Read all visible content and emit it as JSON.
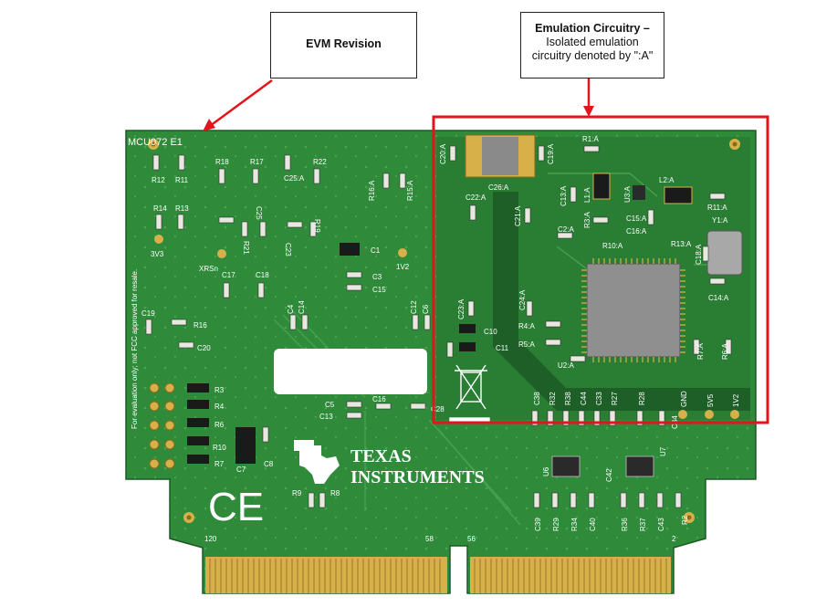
{
  "callouts": {
    "evm_revision": {
      "title": "EVM Revision"
    },
    "emulation": {
      "title": "Emulation Circuitry –",
      "line1": "Isolated emulation",
      "line2": "circuitry denoted by \":A\""
    }
  },
  "board": {
    "revision_label": "MCU072  E1",
    "fcc_notice": "For evaluation only; not FCC approved for resale.",
    "logo_line1": "TEXAS",
    "logo_line2": "INSTRUMENTS",
    "ce_mark": "CE",
    "pin_labels": {
      "pin120": "120",
      "pin58": "58",
      "pin56": "56",
      "pin2": "2"
    },
    "power_labels": {
      "gnd": "GND",
      "v5": "5V5",
      "v12": "1V2"
    },
    "test_points": {
      "tp_3v3": "3V3",
      "tp_xrsn": "XRSn",
      "tp_1v2": "1V2"
    },
    "components_left": {
      "r12": "R12",
      "r11": "R11",
      "r18": "R18",
      "r17": "R17",
      "c25a": "C25:A",
      "r22": "R22",
      "r14": "R14",
      "r13": "R13",
      "c25": "C25",
      "r21": "R21",
      "c23": "C23",
      "r19": "R19",
      "c1": "C1",
      "c17": "C17",
      "c18": "C18",
      "c3": "C3",
      "c15": "C15",
      "r16a": "R16:A",
      "r15a": "R15:A",
      "c19": "C19",
      "r16": "R16",
      "c20": "C20",
      "c4": "C4",
      "c14": "C14",
      "c12": "C12",
      "c6": "C6",
      "c10": "C10",
      "c11": "C11",
      "r3": "R3",
      "r4": "R4",
      "r6": "R6",
      "r10": "R10",
      "r7": "R7",
      "c7": "C7",
      "c8": "C8",
      "c5": "C5",
      "c13": "C13",
      "c16": "C16",
      "c28": "C28",
      "r9": "R9",
      "r8": "R8"
    },
    "components_emu": {
      "c20a": "C20:A",
      "c26a": "C26:A",
      "c19a": "C19:A",
      "r1a": "R1:A",
      "c22a": "C22:A",
      "c21a": "C21:A",
      "c13a": "C13:A",
      "l1a": "L1:A",
      "u3a": "U3:A",
      "l2a": "L2:A",
      "r11a": "R11:A",
      "c2a": "C2:A",
      "r3a": "R3:A",
      "c15a": "C15:A",
      "c16a": "C16:A",
      "r10a": "R10:A",
      "r13a": "R13:A",
      "y1a": "Y1:A",
      "c18a": "C18:A",
      "c14a": "C14:A",
      "c23a": "C23:A",
      "c24a": "C24:A",
      "r4a": "R4:A",
      "r5a": "R5:A",
      "u2a": "U2:A",
      "r7a": "R7:A",
      "r6a": "R6:A"
    },
    "components_bottom": {
      "c38": "C38",
      "r32": "R32",
      "r38": "R38",
      "c44": "C44",
      "c33": "C33",
      "r27": "R27",
      "r28": "R28",
      "c34": "C34",
      "u7": "U7",
      "u6": "U6",
      "c42": "C42",
      "c39": "C39",
      "r29": "R29",
      "r34": "R34",
      "c40": "C40",
      "r36": "R36",
      "r37": "R37",
      "c43": "C43",
      "r2": "R2"
    },
    "colors": {
      "pcb": "#2f8a3a",
      "pcb_dark": "#1f6a2a",
      "gold": "#d8b04a",
      "highlight": "#e3141c"
    }
  }
}
